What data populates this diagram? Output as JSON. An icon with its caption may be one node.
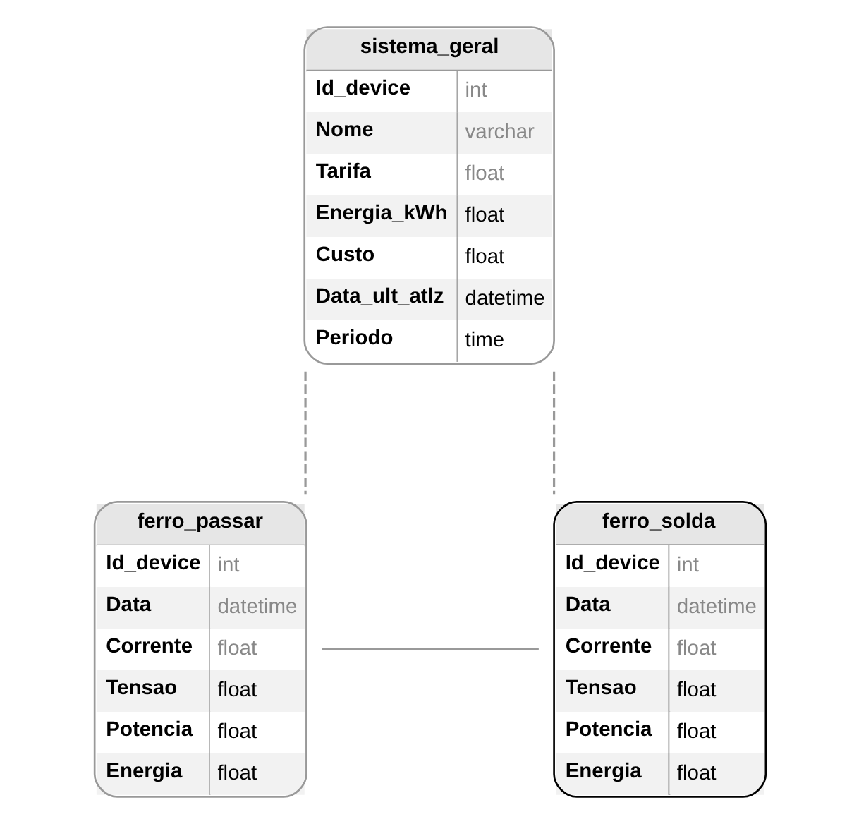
{
  "diagram": {
    "nodes": [
      {
        "text": [
          "sistema_geral",
          "Id_device",
          "int",
          "Nome",
          "varchar",
          "Tarifa",
          "float",
          "Energia_kWh",
          "float",
          "Custo",
          "float",
          "Data_ult_atlz",
          "datetime",
          "Periodo",
          "time"
        ]
      },
      {
        "text": [
          "ferro_passar",
          "Id_device",
          "int",
          "Data",
          "datetime",
          "Corrente",
          "float",
          "Tensao",
          "float",
          "Potencia",
          "float",
          "Energia",
          "float"
        ]
      },
      {
        "text": [
          "ferro_solda",
          "Id_device",
          "int",
          "Data",
          "datetime",
          "Corrente",
          "float",
          "Tensao",
          "float",
          "Potencia",
          "float",
          "Energia",
          "float"
        ]
      }
    ],
    "edges": [
      {
        "from": 1,
        "to": 2,
        "arrow": "none"
      },
      {
        "from": 0,
        "to": 1,
        "arrow": "none",
        "style": "dashed"
      },
      {
        "from": 0,
        "to": 2,
        "arrow": "none",
        "style": "dashed"
      }
    ]
  }
}
